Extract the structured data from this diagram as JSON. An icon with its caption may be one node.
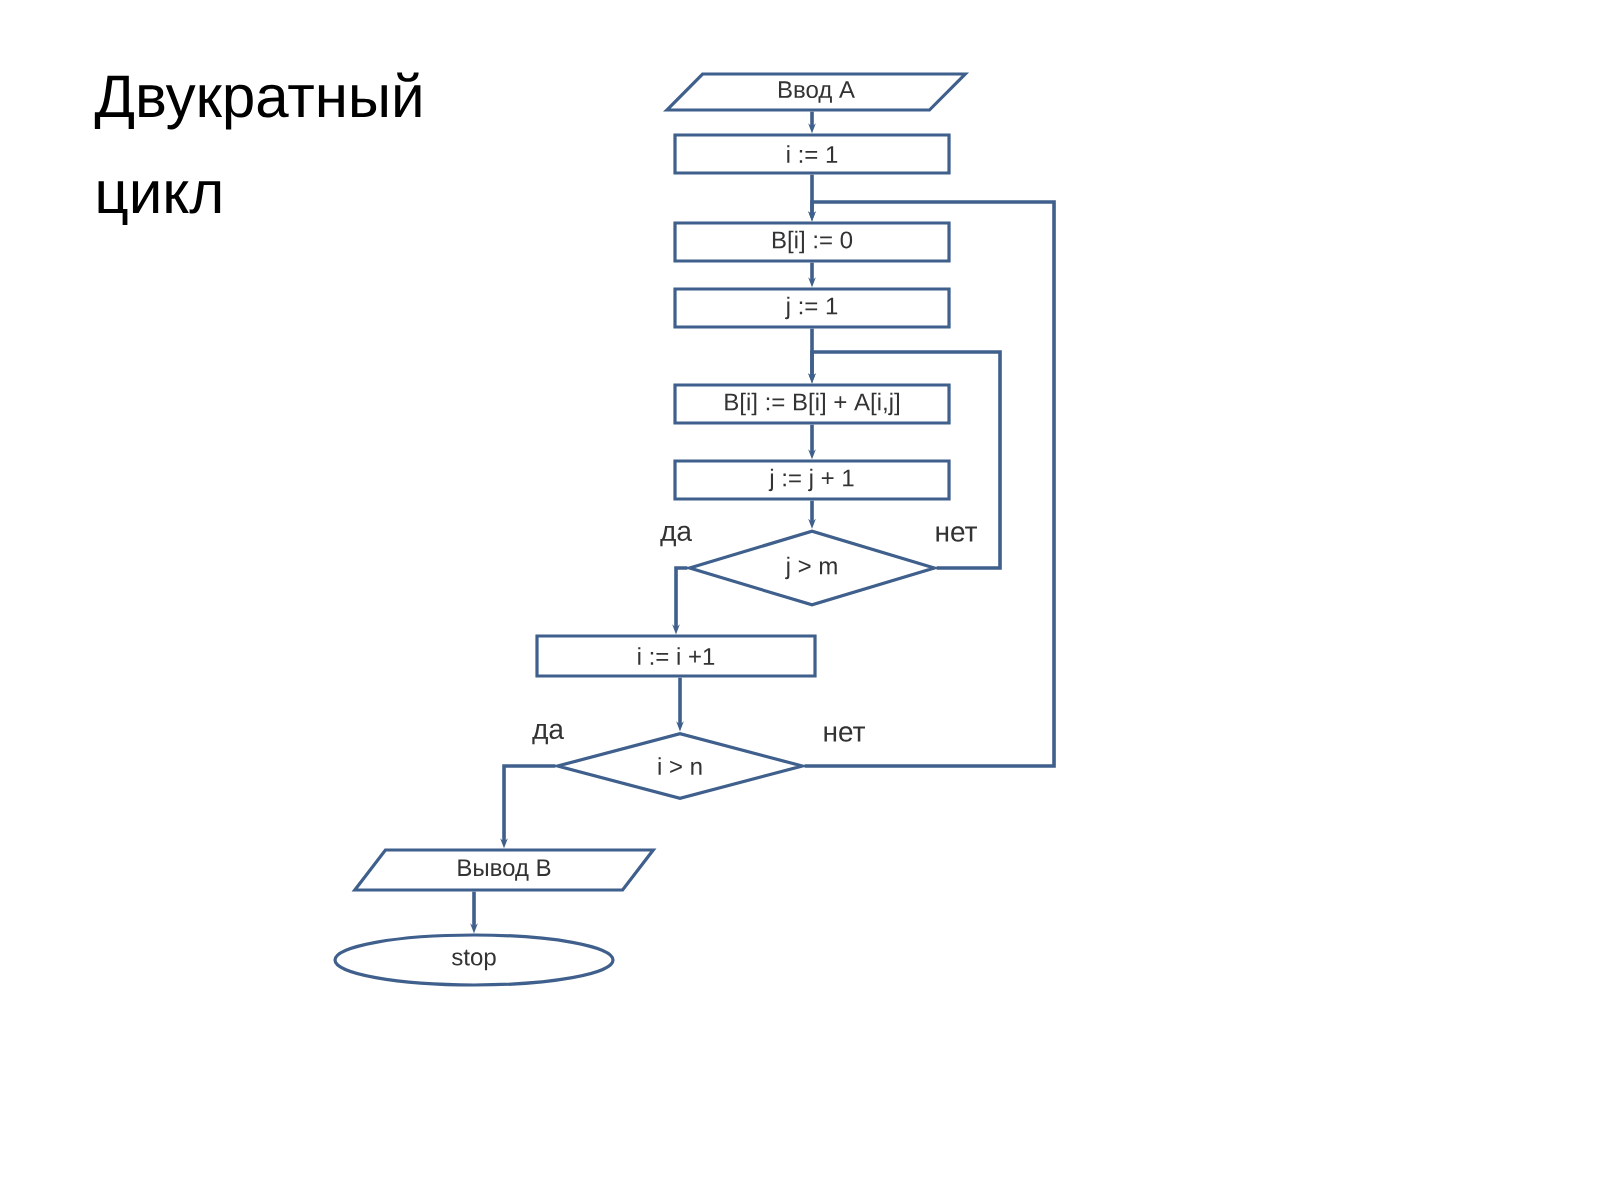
{
  "diagram": {
    "title": "Двукратный цикл",
    "nodes": [
      {
        "text": [
          "Ввод A"
        ]
      },
      {
        "text": [
          "i := 1"
        ]
      },
      {
        "text": [
          "B[i] := 0"
        ]
      },
      {
        "text": [
          "j := 1"
        ]
      },
      {
        "text": [
          "B[i] := B[i] + A[i,j]"
        ]
      },
      {
        "text": [
          "j := j + 1"
        ]
      },
      {
        "text": [
          "j  > m"
        ]
      },
      {
        "text": [
          "i := i +1"
        ]
      },
      {
        "text": [
          "i >  n"
        ]
      },
      {
        "text": [
          "Вывод  B"
        ]
      },
      {
        "text": [
          "stop"
        ]
      }
    ],
    "edges": [
      {
        "from": 0,
        "to": 1,
        "arrow": "to"
      },
      {
        "from": 1,
        "to": 2,
        "arrow": "to"
      },
      {
        "from": 2,
        "to": 3,
        "arrow": "to"
      },
      {
        "from": 3,
        "to": 4,
        "arrow": "to"
      },
      {
        "from": 4,
        "to": 5,
        "arrow": "to"
      },
      {
        "from": 5,
        "to": 6,
        "arrow": "to"
      },
      {
        "from": 6,
        "to": 7,
        "arrow": "to",
        "label": "да"
      },
      {
        "from": 6,
        "to": 4,
        "arrow": "to",
        "label": "нет"
      },
      {
        "from": 7,
        "to": 8,
        "arrow": "to"
      },
      {
        "from": 8,
        "to": 9,
        "arrow": "to",
        "label": "да"
      },
      {
        "from": 8,
        "to": 2,
        "arrow": "to",
        "label": "нет"
      },
      {
        "from": 9,
        "to": 10,
        "arrow": "to"
      }
    ]
  }
}
